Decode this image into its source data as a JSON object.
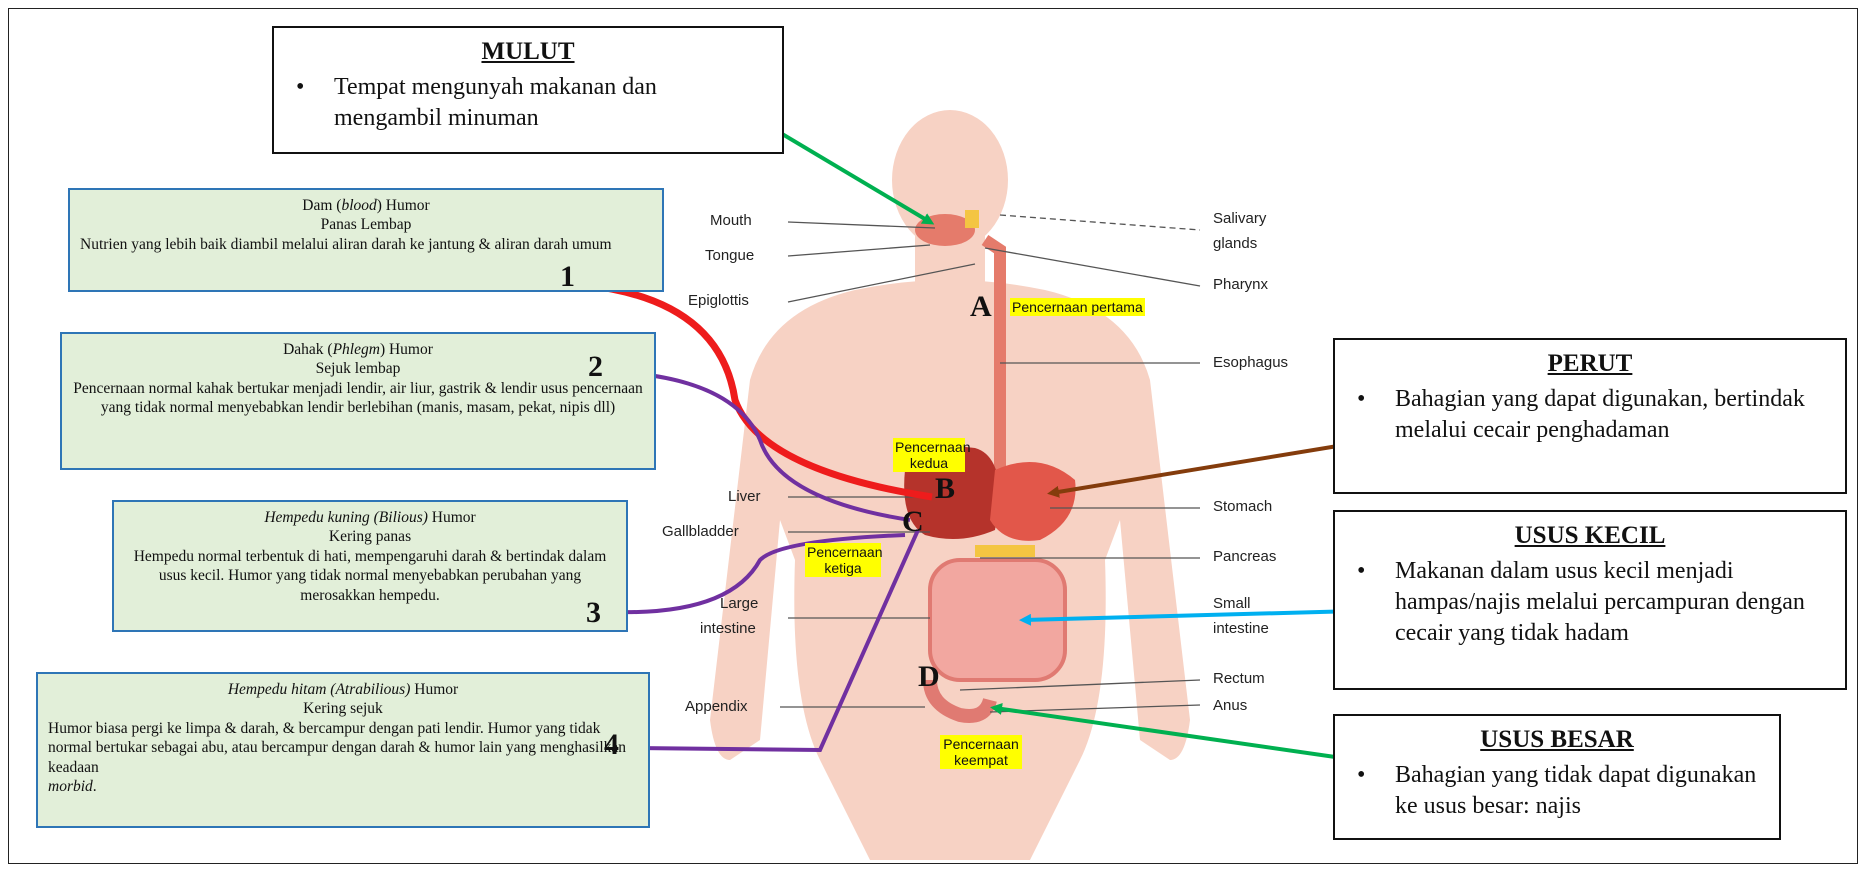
{
  "mulut": {
    "title": "MULUT",
    "bullet": "Tempat mengunyah makanan dan mengambil minuman"
  },
  "perut": {
    "title": "PERUT",
    "bullet": "Bahagian yang dapat digunakan, bertindak melalui cecair penghadaman"
  },
  "usus_kecil": {
    "title": "USUS KECIL",
    "bullet": "Makanan dalam usus kecil menjadi hampas/najis melalui percampuran dengan cecair yang tidak hadam"
  },
  "usus_besar": {
    "title": "USUS BESAR",
    "bullet": "Bahagian yang tidak dapat digunakan ke usus besar: najis"
  },
  "humor1": {
    "name_a": "Dam (",
    "name_i": "blood",
    "name_b": ") Humor",
    "quality": "Panas Lembap",
    "desc": "Nutrien yang lebih baik diambil melalui aliran darah ke jantung & aliran darah umum",
    "num": "1"
  },
  "humor2": {
    "name_a": "Dahak (",
    "name_i": "Phlegm",
    "name_b": ") Humor",
    "quality": "Sejuk lembap",
    "desc": "Pencernaan normal kahak bertukar menjadi lendir, air liur, gastrik & lendir usus pencernaan yang tidak normal menyebabkan lendir berlebihan (manis, masam, pekat, nipis dll)",
    "num": "2"
  },
  "humor3": {
    "name_i": "Hempedu kuning (Bilious)",
    "name_b": " Humor",
    "quality": "Kering panas",
    "desc": "Hempedu normal terbentuk di hati, mempengaruhi darah & bertindak dalam usus kecil. Humor yang tidak normal menyebabkan perubahan yang merosakkan hempedu.",
    "num": "3"
  },
  "humor4": {
    "name_i": "Hempedu hitam (Atrabilious)",
    "name_b": " Humor",
    "quality": "Kering sejuk",
    "desc": "Humor biasa pergi ke limpa & darah, & bercampur dengan pati lendir. Humor yang tidak normal bertukar sebagai abu, atau bercampur dengan darah & humor lain yang menghasilkan keadaan",
    "desc_end": "morbid",
    "desc_end_suffix": ".",
    "num": "4"
  },
  "organ_labels_left": [
    "Mouth",
    "Tongue",
    "Epiglottis",
    "Liver",
    "Gallbladder",
    "Large",
    "intestine",
    "Appendix"
  ],
  "organ_labels_right": [
    "Salivary",
    "glands",
    "Pharynx",
    "Esophagus",
    "Stomach",
    "Pancreas",
    "Small",
    "intestine",
    "Rectum",
    "Anus"
  ],
  "stages": {
    "a": "Pencernaan pertama",
    "b": "Pencernaan kedua",
    "c": "Pencernaan ketiga",
    "d": "Pencernaan keempat"
  },
  "letters": {
    "a": "A",
    "b": "B",
    "c": "C",
    "d": "D"
  },
  "colors": {
    "arrow_red": "#ee1c1c",
    "arrow_purple": "#7030a0",
    "arrow_green": "#00b050",
    "arrow_brown": "#843c0c",
    "arrow_blue": "#00b0f0",
    "highlight": "#ffff00",
    "box_fill": "#e2efd9",
    "box_border": "#2e75b6"
  }
}
